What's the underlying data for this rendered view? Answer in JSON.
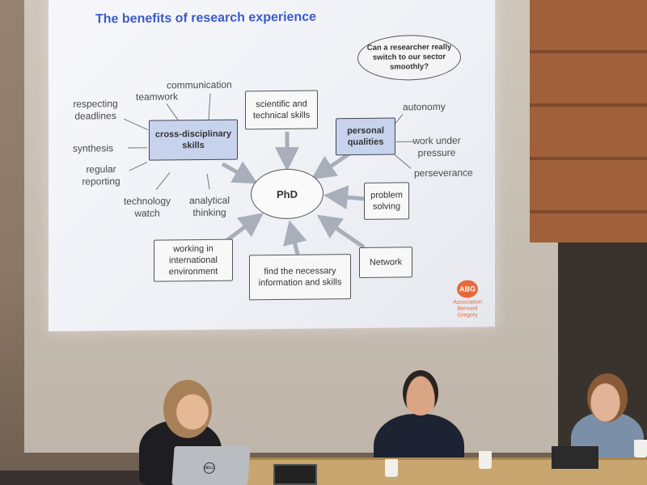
{
  "slide": {
    "title": "The benefits of research experience",
    "question": "Can a researcher really switch to our sector smoothly?",
    "center": "PhD",
    "boxes": {
      "cross_disciplinary": "cross-disciplinary skills",
      "scientific": "scientific and technical skills",
      "personal": "personal qualities",
      "problem": "problem solving",
      "network": "Network",
      "find_info": "find the necessary information and skills",
      "international": "working in international environment"
    },
    "skills_left": [
      "communication",
      "teamwork",
      "respecting deadlines",
      "synthesis",
      "regular reporting",
      "technology watch",
      "analytical thinking"
    ],
    "qualities_right": [
      "autonomy",
      "work under pressure",
      "perseverance"
    ],
    "logo": {
      "mark": "ABG",
      "name": "Association Bernard Gregory"
    }
  },
  "laptop_brand": "DELL",
  "colors": {
    "title_blue": "#3b5bc9",
    "highlight_box": "#c7d3ec",
    "logo_orange": "#e56a3a"
  }
}
